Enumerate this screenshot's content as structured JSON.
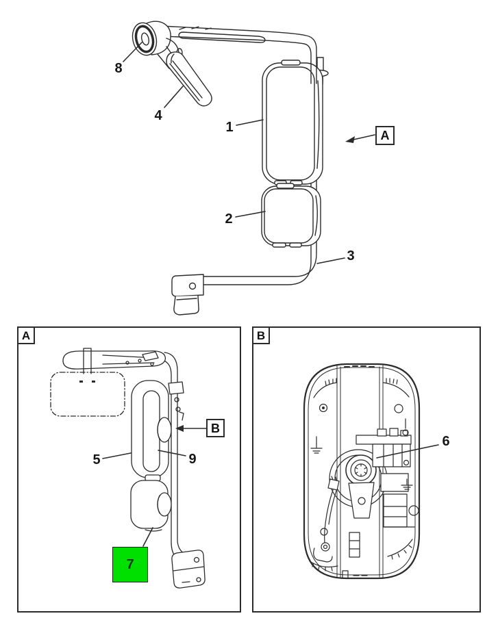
{
  "diagram": {
    "background_color": "#ffffff",
    "line_color": "#2b2b2b",
    "highlight_color": "#00e000",
    "main_view": {
      "callouts": [
        {
          "label": "8"
        },
        {
          "label": "4"
        },
        {
          "label": "1"
        },
        {
          "label": "2"
        },
        {
          "label": "3"
        }
      ],
      "detail_ref": {
        "label": "A"
      }
    },
    "panel_a": {
      "title": "A",
      "callouts": [
        {
          "label": "5"
        },
        {
          "label": "9"
        }
      ],
      "highlighted_callout": {
        "label": "7",
        "background": "#00e000"
      },
      "detail_ref": {
        "label": "B"
      }
    },
    "panel_b": {
      "title": "B",
      "callouts": [
        {
          "label": "6"
        }
      ]
    }
  }
}
